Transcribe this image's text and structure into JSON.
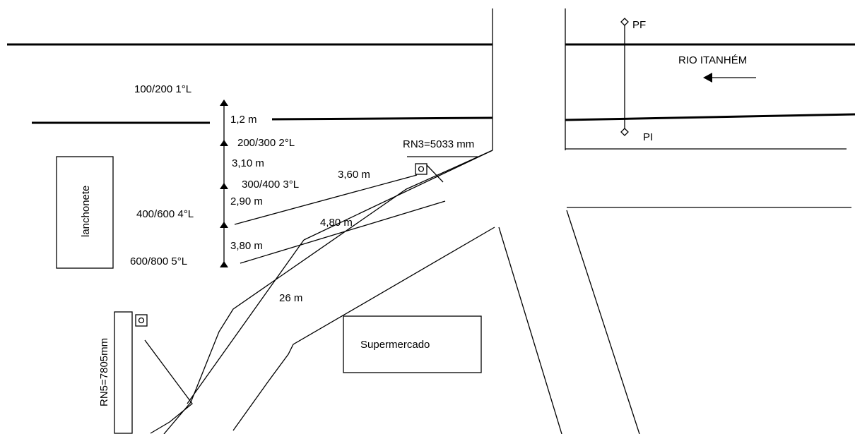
{
  "river": {
    "name": "RIO ITANHÉM"
  },
  "points": {
    "pf": "PF",
    "pi": "PI"
  },
  "benchmarks": {
    "rn3": "RN3=5033 mm",
    "rn5": "RN5=7805mm"
  },
  "buildings": {
    "lanchonete": "lanchonete",
    "supermercado": "Supermercado"
  },
  "stations": [
    {
      "label": "100/200 1°L"
    },
    {
      "label": "200/300 2°L"
    },
    {
      "label": "300/400 3°L"
    },
    {
      "label": "400/600 4°L"
    },
    {
      "label": "600/800 5°L"
    }
  ],
  "gaps": [
    "1,2 m",
    "3,10 m",
    "2,90 m",
    "3,80 m"
  ],
  "sights": [
    "3,60 m",
    "4,80 m",
    "26 m"
  ]
}
